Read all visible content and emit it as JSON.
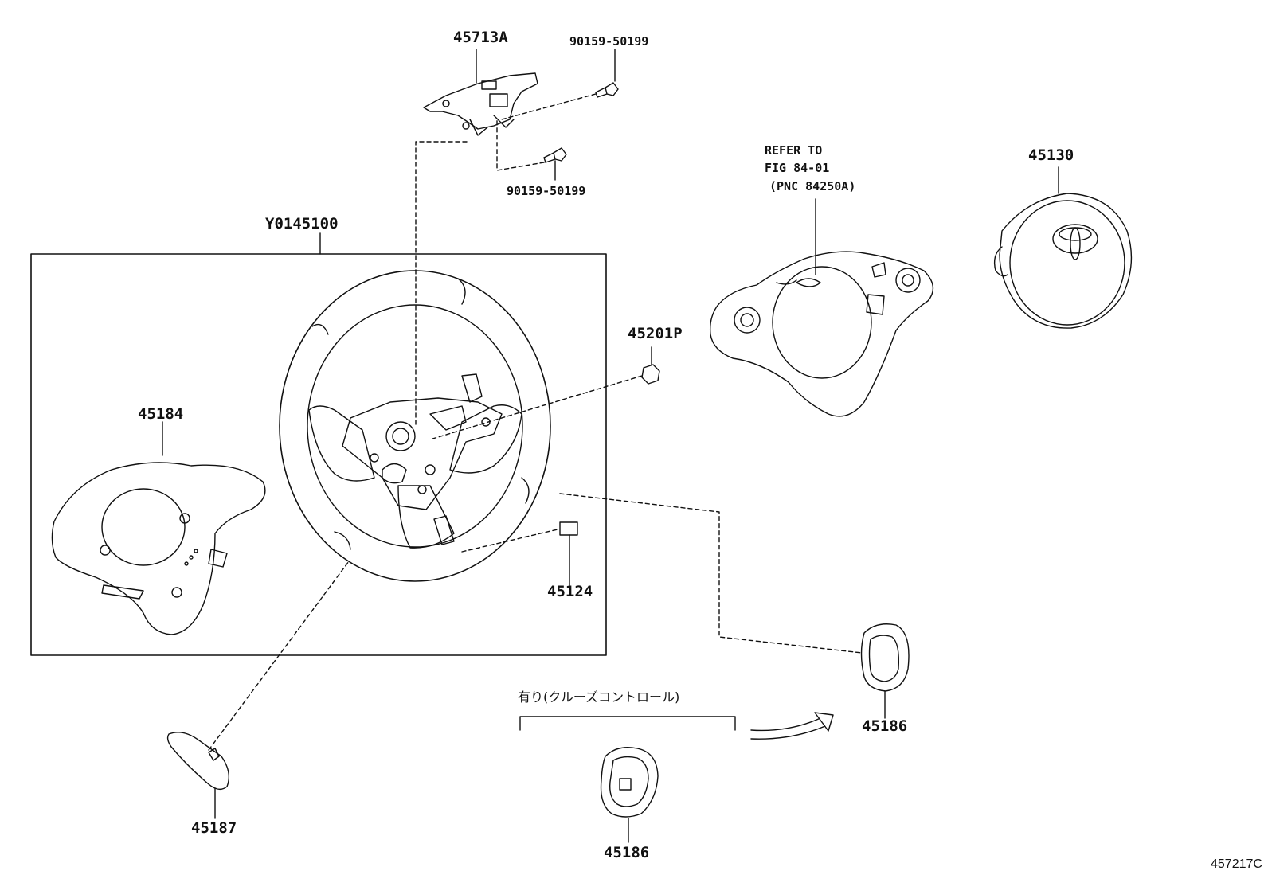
{
  "labels": {
    "bracket": "45713A",
    "screw_top": "90159-50199",
    "screw_bottom": "90159-50199",
    "assembly": "Y0145100",
    "refer_line1": "REFER TO",
    "refer_line2": "FIG 84-01",
    "refer_line3": "(PNC 84250A)",
    "airbag": "45130",
    "nut": "45201P",
    "cover_lower": "45184",
    "label_plate": "45124",
    "switch_cover_right": "45186",
    "switch_cover_bottom": "45186",
    "lower_cover": "45187",
    "jp_note": "有り(クルーズコントロール)",
    "figure_id": "457217C"
  }
}
